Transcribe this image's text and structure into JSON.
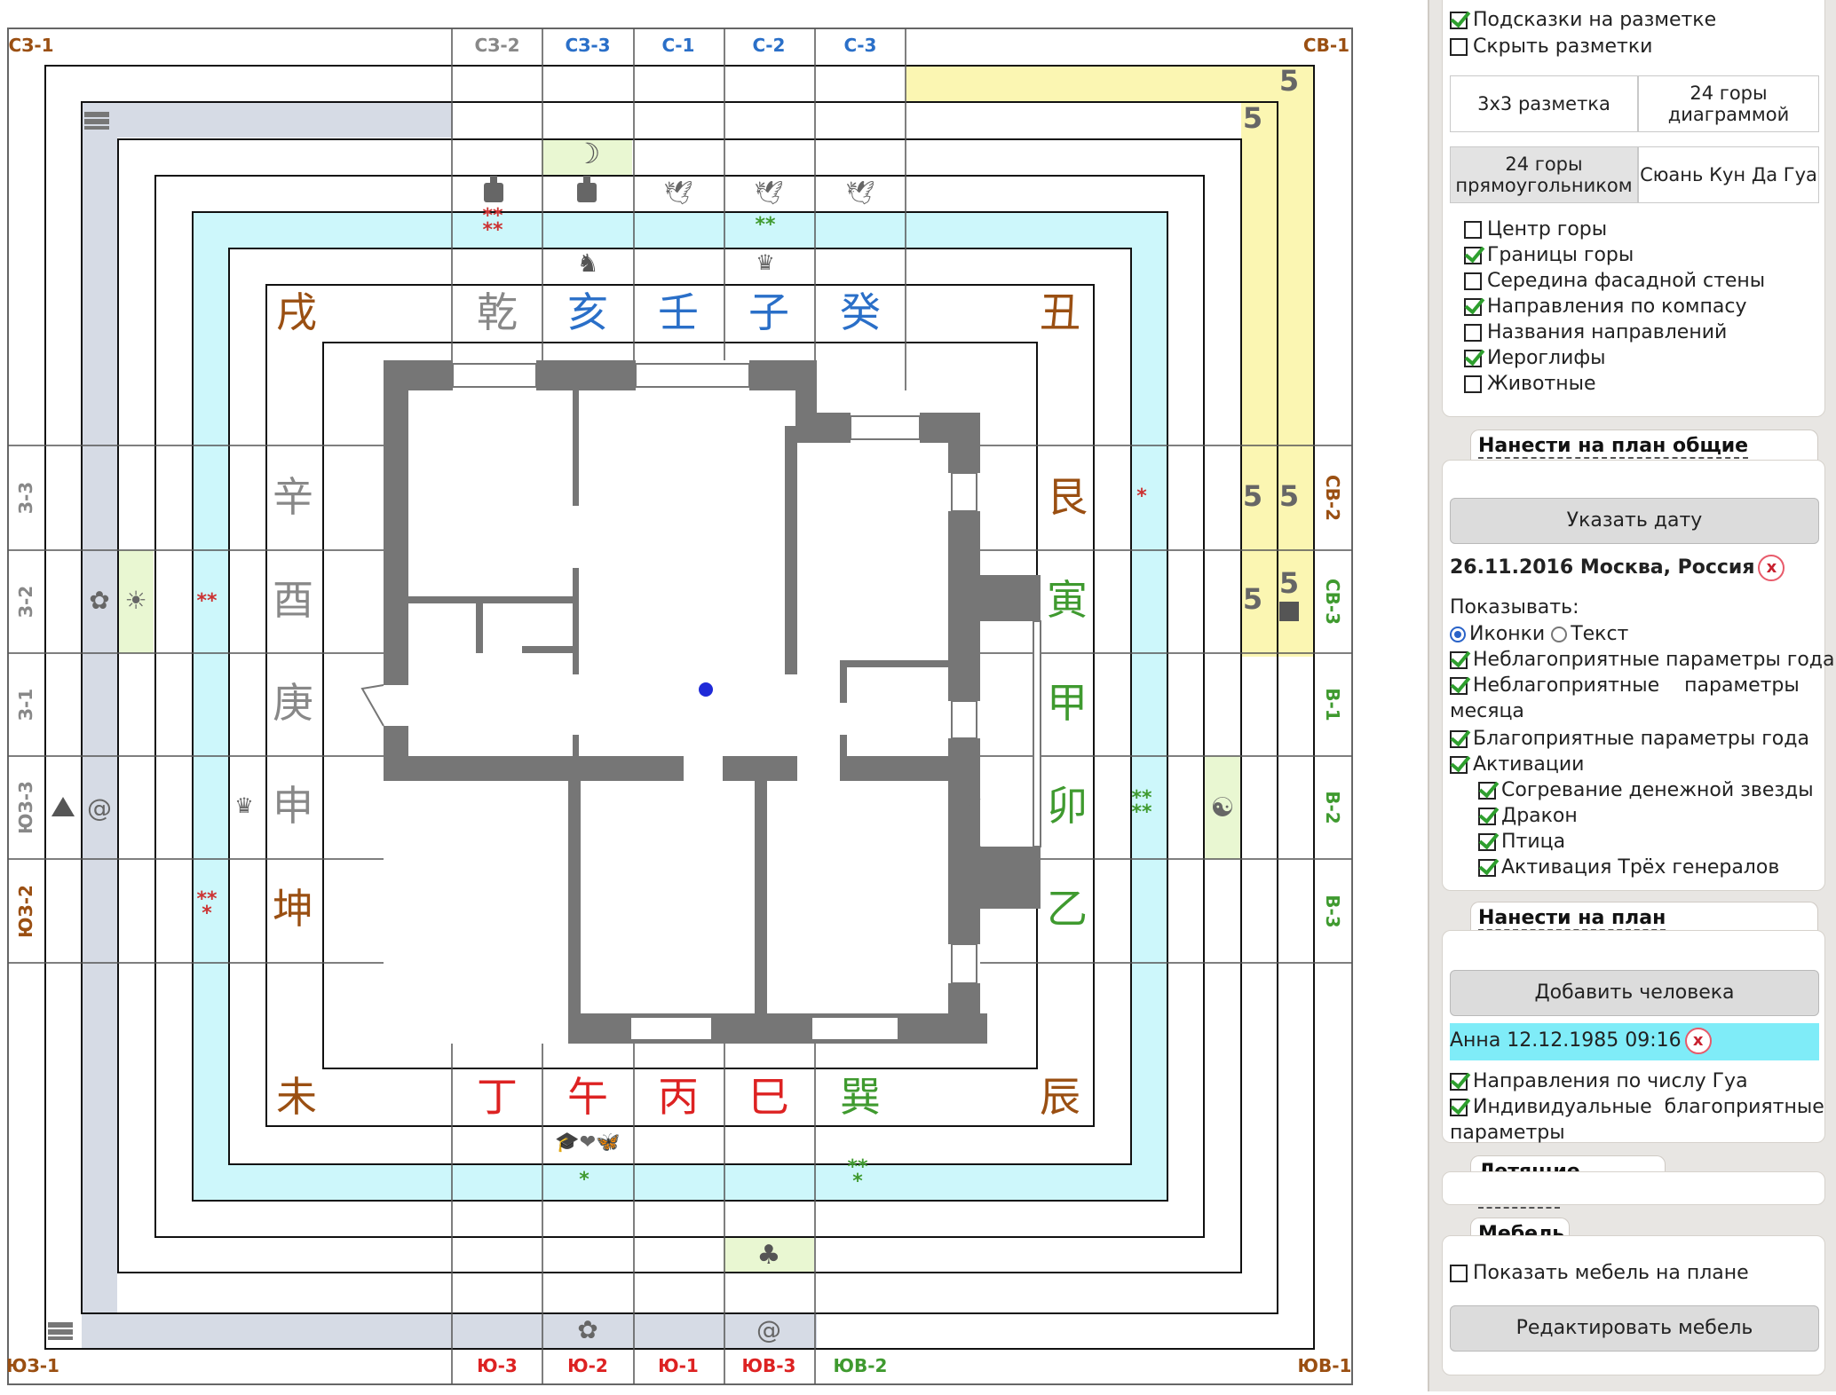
{
  "colors": {
    "south": "#dd2222",
    "north": "#2a6fc8",
    "west": "#888888",
    "east": "#3f9a2f",
    "earth": "#9a4f12",
    "accent_cyan": "#cdf7fb",
    "accent_yellow": "#fbf6b2",
    "accent_gray": "#d6dbe5",
    "wall": "#767676"
  },
  "sectors": {
    "top": [
      "СЗ-2",
      "СЗ-3",
      "С-1",
      "С-2",
      "С-3"
    ],
    "bottom": [
      "Ю-3",
      "Ю-2",
      "Ю-1",
      "ЮВ-3",
      "ЮВ-2"
    ],
    "left": [
      "З-3",
      "З-2",
      "З-1",
      "ЮЗ-3",
      "ЮЗ-2"
    ],
    "right": [
      "СВ-2",
      "СВ-3",
      "В-1",
      "В-2",
      "В-3"
    ],
    "corners": {
      "tl": "СЗ-1",
      "tr": "СВ-1",
      "bl": "ЮЗ-1",
      "br": "ЮВ-1"
    }
  },
  "hieroglyphs": {
    "top": [
      "乾",
      "亥",
      "壬",
      "子",
      "癸"
    ],
    "bottom": [
      "丁",
      "午",
      "丙",
      "巳",
      "巽"
    ],
    "left": [
      "辛",
      "酉",
      "庚",
      "申",
      "坤"
    ],
    "right": [
      "艮",
      "寅",
      "甲",
      "卯",
      "乙"
    ],
    "corners": {
      "tl": "戌",
      "tr": "丑",
      "bl": "未",
      "br": "辰"
    }
  },
  "markers": {
    "stars_top_nw": "**\n**",
    "stars_top_n": "**",
    "stars_left_w": "**",
    "stars_left_sw": "**\n*",
    "stars_right_ne": "*",
    "stars_right_e": "**\n**",
    "stars_bottom_s": "*",
    "stars_bottom_se": "**\n*",
    "fives": [
      "5",
      "5",
      "5",
      "5",
      "5",
      "5"
    ]
  },
  "panel": {
    "top_options": [
      {
        "label": "Подсказки на разметке",
        "checked": true
      },
      {
        "label": "Скрыть разметки",
        "checked": false
      }
    ],
    "tabs": [
      "3x3 разметка",
      "24 горы\nдиаграммой",
      "24 горы\nпрямоугольником",
      "Сюань Кун Да Гуа"
    ],
    "layer_options": [
      {
        "label": "Центр горы",
        "checked": false
      },
      {
        "label": "Границы горы",
        "checked": true
      },
      {
        "label": "Середина фасадной стены",
        "checked": false
      },
      {
        "label": "Направления по компасу",
        "checked": true
      },
      {
        "label": "Названия направлений",
        "checked": false
      },
      {
        "label": "Иероглифы",
        "checked": true
      },
      {
        "label": "Животные",
        "checked": false
      }
    ],
    "general": {
      "title": "Нанести на план общие параметры",
      "date_button": "Указать дату",
      "date_value": "26.11.2016 Москва, Россия",
      "remove_x": "x",
      "show_label": "Показывать:",
      "radio_icons": "Иконки",
      "radio_text": "Текст",
      "options": [
        {
          "label": "Неблагоприятные параметры года",
          "checked": true
        },
        {
          "label": "Неблагоприятные    параметры",
          "checked": true
        },
        {
          "label": "Благоприятные параметры года",
          "checked": true
        },
        {
          "label": "Активации",
          "checked": true
        }
      ],
      "option_cont": "месяца",
      "activations": [
        {
          "label": "Согревание денежной звезды",
          "checked": true
        },
        {
          "label": "Дракон",
          "checked": true
        },
        {
          "label": "Птица",
          "checked": true
        },
        {
          "label": "Активация Трёх генералов",
          "checked": true
        }
      ]
    },
    "individual": {
      "title": "Нанести на план индивидуальные параметры",
      "add_button": "Добавить человека",
      "person": "Анна 12.12.1985 09:16",
      "remove_x": "x",
      "opt1": "Направления по числу Гуа",
      "opt2": "Индивидуальные  благоприятные",
      "opt2_cont": "параметры"
    },
    "flying_stars": {
      "title": "Летящие звезды"
    },
    "furniture": {
      "title": "Мебель",
      "show": "Показать мебель на плане",
      "edit_button": "Редактировать мебель"
    }
  }
}
